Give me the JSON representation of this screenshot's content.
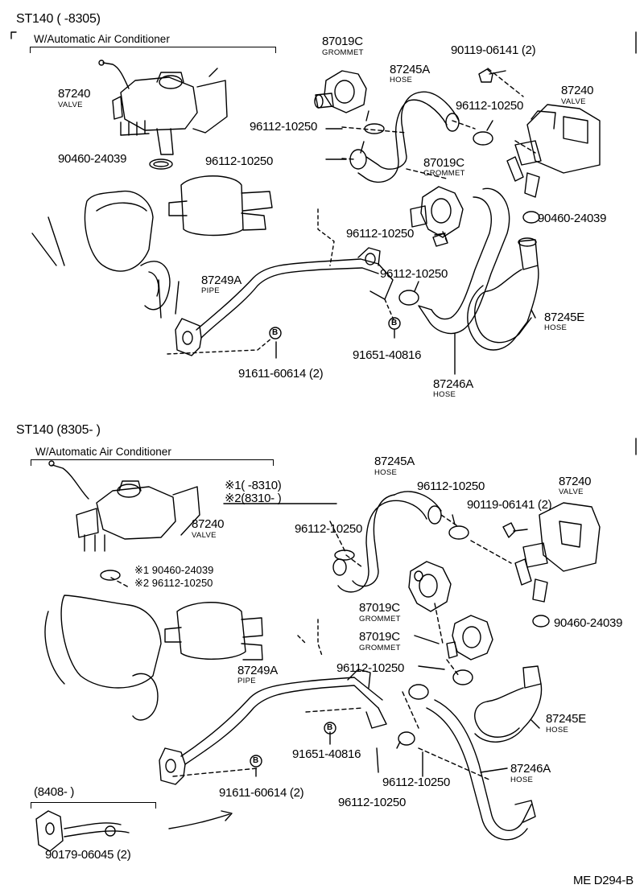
{
  "top": {
    "header": "ST140 (       -8305)",
    "condition": "W/Automatic Air Conditioner",
    "parts": {
      "p87019c_a": "87019C",
      "grommet_a": "GROMMET",
      "p90119": "90119-06141 (2)",
      "p87245a": "87245A",
      "hose_a": "HOSE",
      "p87240_l": "87240",
      "valve_l": "VALVE",
      "p87240_r": "87240",
      "valve_r": "VALVE",
      "p96112_r1": "96112-10250",
      "p96112_c1": "96112-10250",
      "p96112_c2": "96112-10250",
      "p90460_l": "90460-24039",
      "p87019c_b": "87019C",
      "grommet_b": "GROMMET",
      "p96112_c3": "96112-10250",
      "p90460_r": "90460-24039",
      "p96112_c4": "96112-10250",
      "p87249a": "87249A",
      "pipe": "PIPE",
      "p87245e": "87245E",
      "hose_e": "HOSE",
      "p91651": "91651-40816",
      "p91611": "91611-60614 (2)",
      "p87246a": "87246A",
      "hose_46": "HOSE",
      "marker_b1": "B",
      "marker_b2": "B"
    }
  },
  "bottom": {
    "header": "ST140 (8305-       )",
    "condition": "W/Automatic Air Conditioner",
    "note1": "※1(       -8310)",
    "note2": "※2(8310-       )",
    "parts": {
      "p87245a": "87245A",
      "hose_a": "HOSE",
      "p96112_t": "96112-10250",
      "p87240_r": "87240",
      "valve_r": "VALVE",
      "p90119": "90119-06141 (2)",
      "p96112_l": "96112-10250",
      "p87240_l": "87240",
      "valve_l": "VALVE",
      "p90460_l1": "※1 90460-24039",
      "p96112_l2": "※2 96112-10250",
      "p87019c_a": "87019C",
      "grommet_a": "GROMMET",
      "p90460_r": "90460-24039",
      "p87019c_b": "87019C",
      "grommet_b": "GROMMET",
      "p96112_c1": "96112-10250",
      "p87249a": "87249A",
      "pipe": "PIPE",
      "p87245e": "87245E",
      "hose_e": "HOSE",
      "p91651": "91651-40816",
      "p87246a": "87246A",
      "hose_46": "HOSE",
      "p91611": "91611-60614 (2)",
      "p96112_c2": "96112-10250",
      "p96112_c3": "96112-10250",
      "marker_b1": "B",
      "marker_b2": "B"
    },
    "inset": {
      "header": "(8408-       )",
      "part": "90179-06045 (2)"
    }
  },
  "code": "ME D294-B"
}
